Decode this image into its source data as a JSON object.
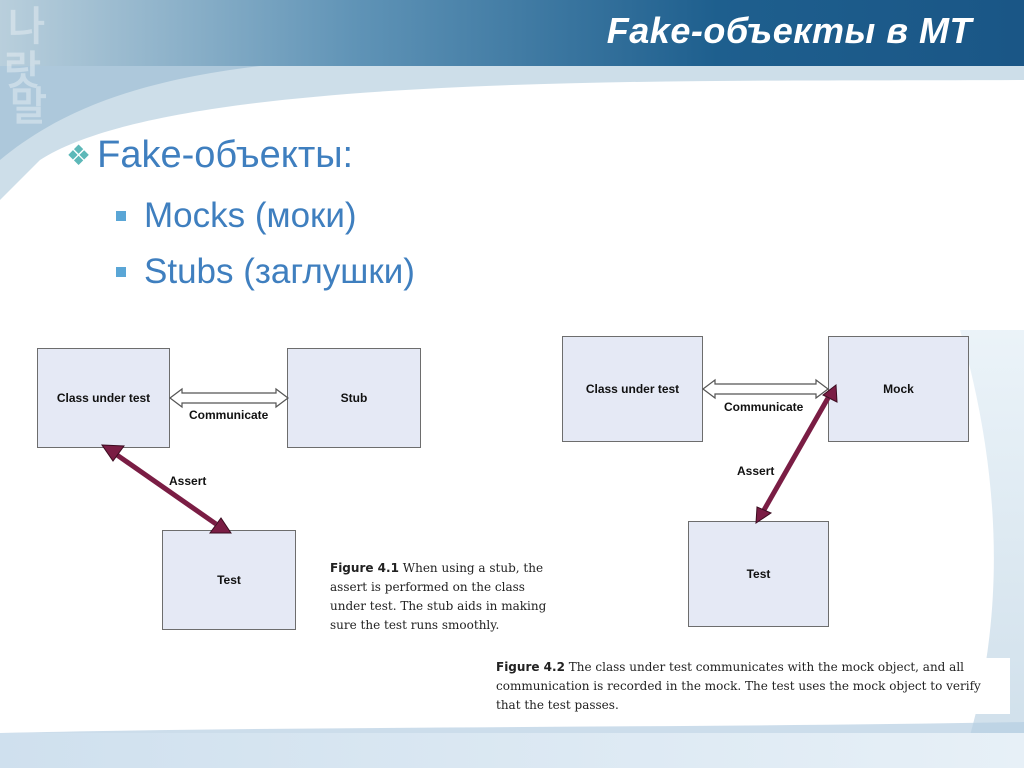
{
  "slide": {
    "title": "Fake-объекты в MT",
    "bullet_main": "Fake-объекты:",
    "bullet_main_icon": "diamond-cluster-icon",
    "sub_bullets": [
      "Mocks (моки)",
      "Stubs (заглушки)"
    ]
  },
  "colors": {
    "header_blue": "#1d5d8f",
    "text_blue": "#3f7fbf",
    "arrow_maroon": "#7a1d44",
    "box_fill": "#e5e9f5"
  },
  "figure1": {
    "class_box": "Class under test",
    "stub_box": "Stub",
    "test_box": "Test",
    "communicate_label": "Communicate",
    "assert_label": "Assert",
    "caption_label": "Figure 4.1",
    "caption_text": "When using a stub, the assert is performed on the class under test. The stub aids in making sure the test runs smoothly."
  },
  "figure2": {
    "class_box": "Class under test",
    "mock_box": "Mock",
    "test_box": "Test",
    "communicate_label": "Communicate",
    "assert_label": "Assert",
    "caption_label": "Figure 4.2",
    "caption_text": "The class under test communicates with the mock object, and all communication is recorded in the mock. The test uses the mock object to verify that the test passes."
  }
}
